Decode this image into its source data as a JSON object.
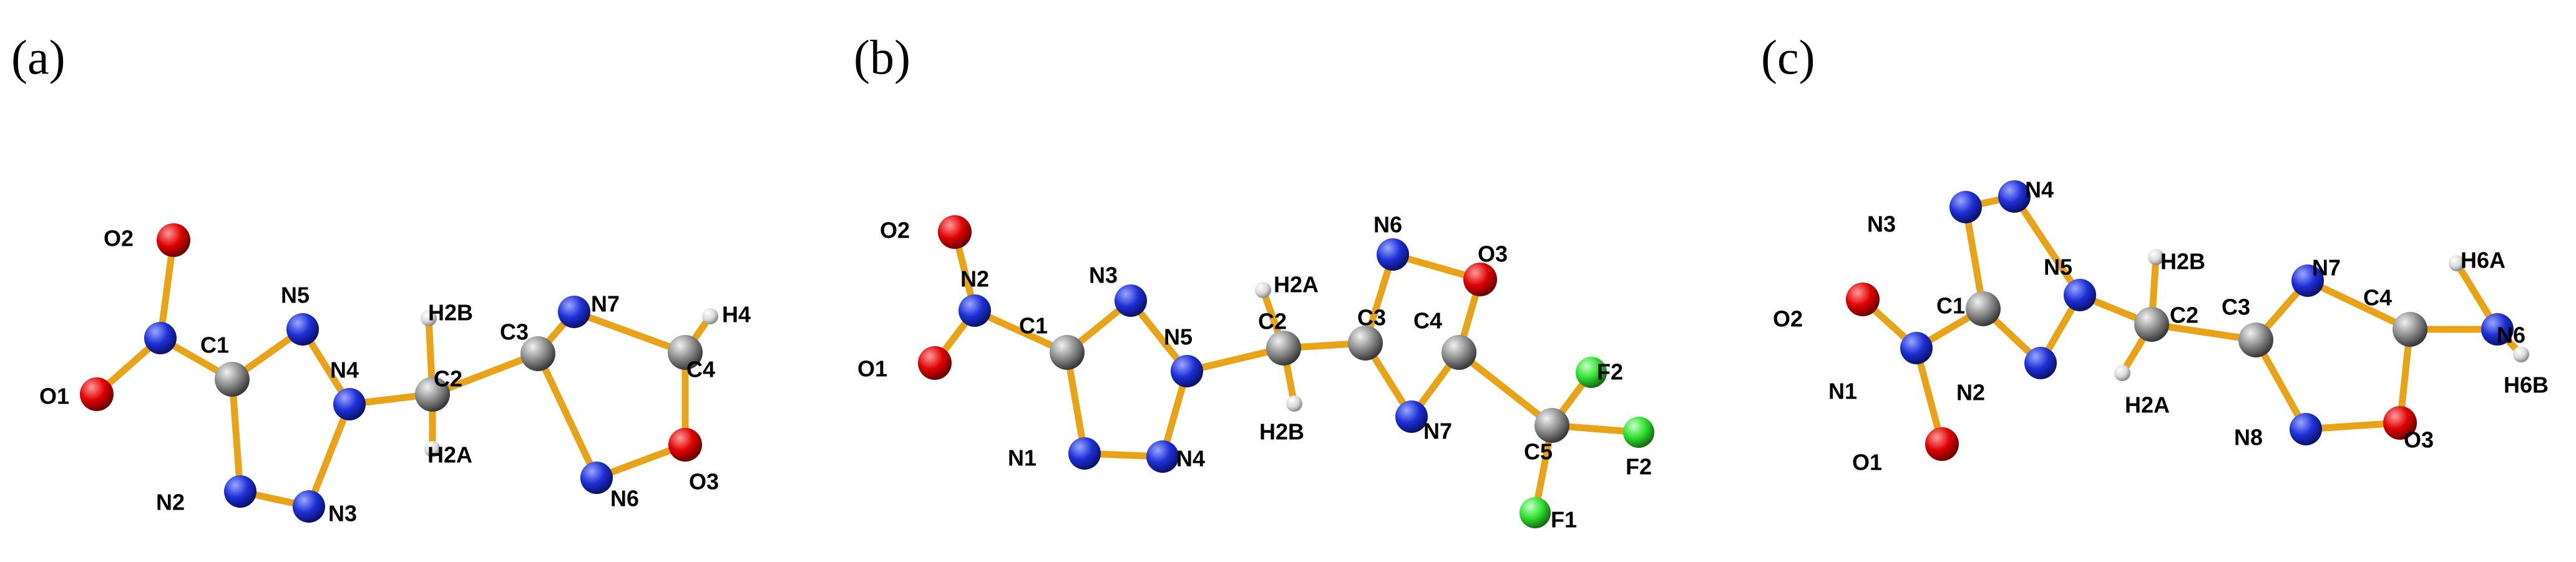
{
  "colors": {
    "bond": "#E8A317",
    "C": "#8c8c8c",
    "N": "#1e2fd6",
    "O": "#e00000",
    "H": "#d9d9d9",
    "F": "#2ee02e"
  },
  "panels": [
    {
      "id": "a",
      "label": "(a)",
      "atoms": [
        {
          "id": "O2",
          "el": "O",
          "label": "O2"
        },
        {
          "id": "N1",
          "el": "N",
          "label": ""
        },
        {
          "id": "O1",
          "el": "O",
          "label": "O1"
        },
        {
          "id": "C1",
          "el": "C",
          "label": "C1"
        },
        {
          "id": "N5",
          "el": "N",
          "label": "N5"
        },
        {
          "id": "N4",
          "el": "N",
          "label": "N4"
        },
        {
          "id": "N3",
          "el": "N",
          "label": "N3"
        },
        {
          "id": "N2",
          "el": "N",
          "label": "N2"
        },
        {
          "id": "C2",
          "el": "C",
          "label": "C2"
        },
        {
          "id": "H2B",
          "el": "H",
          "label": "H2B"
        },
        {
          "id": "H2A",
          "el": "H",
          "label": "H2A"
        },
        {
          "id": "C3",
          "el": "C",
          "label": "C3"
        },
        {
          "id": "N7",
          "el": "N",
          "label": "N7"
        },
        {
          "id": "C4",
          "el": "C",
          "label": "C4"
        },
        {
          "id": "H4",
          "el": "H",
          "label": "H4"
        },
        {
          "id": "O3",
          "el": "O",
          "label": "O3"
        },
        {
          "id": "N6",
          "el": "N",
          "label": "N6"
        }
      ],
      "bonds": [
        [
          "O2",
          "N1"
        ],
        [
          "O1",
          "N1"
        ],
        [
          "N1",
          "C1"
        ],
        [
          "C1",
          "N5"
        ],
        [
          "C1",
          "N2"
        ],
        [
          "N5",
          "N4"
        ],
        [
          "N4",
          "N3"
        ],
        [
          "N3",
          "N2"
        ],
        [
          "N4",
          "C2"
        ],
        [
          "C2",
          "H2B"
        ],
        [
          "C2",
          "H2A"
        ],
        [
          "C2",
          "C3"
        ],
        [
          "C3",
          "N7"
        ],
        [
          "C3",
          "N6"
        ],
        [
          "N7",
          "C4"
        ],
        [
          "C4",
          "H4"
        ],
        [
          "C4",
          "O3"
        ],
        [
          "O3",
          "N6"
        ]
      ]
    },
    {
      "id": "b",
      "label": "(b)",
      "atoms": [
        {
          "id": "O2",
          "el": "O",
          "label": "O2"
        },
        {
          "id": "N2",
          "el": "N",
          "label": "N2"
        },
        {
          "id": "O1",
          "el": "O",
          "label": "O1"
        },
        {
          "id": "C1",
          "el": "C",
          "label": "C1"
        },
        {
          "id": "N3",
          "el": "N",
          "label": "N3"
        },
        {
          "id": "N5",
          "el": "N",
          "label": "N5"
        },
        {
          "id": "N4",
          "el": "N",
          "label": "N4"
        },
        {
          "id": "N1",
          "el": "N",
          "label": "N1"
        },
        {
          "id": "C2",
          "el": "C",
          "label": "C2"
        },
        {
          "id": "H2A",
          "el": "H",
          "label": "H2A"
        },
        {
          "id": "H2B",
          "el": "H",
          "label": "H2B"
        },
        {
          "id": "C3",
          "el": "C",
          "label": "C3"
        },
        {
          "id": "N6",
          "el": "N",
          "label": "N6"
        },
        {
          "id": "O3",
          "el": "O",
          "label": "O3"
        },
        {
          "id": "C4",
          "el": "C",
          "label": "C4"
        },
        {
          "id": "N7",
          "el": "N",
          "label": "N7"
        },
        {
          "id": "C5",
          "el": "C",
          "label": "C5"
        },
        {
          "id": "F2a",
          "el": "F",
          "label": "F2"
        },
        {
          "id": "F2b",
          "el": "F",
          "label": "F2"
        },
        {
          "id": "F1",
          "el": "F",
          "label": "F1"
        }
      ],
      "bonds": [
        [
          "O2",
          "N2"
        ],
        [
          "O1",
          "N2"
        ],
        [
          "N2",
          "C1"
        ],
        [
          "C1",
          "N3"
        ],
        [
          "C1",
          "N1"
        ],
        [
          "N3",
          "N5"
        ],
        [
          "N5",
          "N4"
        ],
        [
          "N4",
          "N1"
        ],
        [
          "N5",
          "C2"
        ],
        [
          "C2",
          "H2A"
        ],
        [
          "C2",
          "H2B"
        ],
        [
          "C2",
          "C3"
        ],
        [
          "C3",
          "N6"
        ],
        [
          "C3",
          "N7"
        ],
        [
          "N6",
          "O3"
        ],
        [
          "O3",
          "C4"
        ],
        [
          "C4",
          "N7"
        ],
        [
          "C4",
          "C5"
        ],
        [
          "C5",
          "F2a"
        ],
        [
          "C5",
          "F2b"
        ],
        [
          "C5",
          "F1"
        ]
      ]
    },
    {
      "id": "c",
      "label": "(c)",
      "atoms": [
        {
          "id": "N3",
          "el": "N",
          "label": "N3"
        },
        {
          "id": "N4",
          "el": "N",
          "label": "N4"
        },
        {
          "id": "N5",
          "el": "N",
          "label": "N5"
        },
        {
          "id": "O2",
          "el": "O",
          "label": "O2"
        },
        {
          "id": "C1",
          "el": "C",
          "label": "C1"
        },
        {
          "id": "N1",
          "el": "N",
          "label": "N1"
        },
        {
          "id": "N2",
          "el": "N",
          "label": "N2"
        },
        {
          "id": "O1",
          "el": "O",
          "label": "O1"
        },
        {
          "id": "C2",
          "el": "C",
          "label": "C2"
        },
        {
          "id": "H2B",
          "el": "H",
          "label": "H2B"
        },
        {
          "id": "H2A",
          "el": "H",
          "label": "H2A"
        },
        {
          "id": "C3",
          "el": "C",
          "label": "C3"
        },
        {
          "id": "N7",
          "el": "N",
          "label": "N7"
        },
        {
          "id": "C4",
          "el": "C",
          "label": "C4"
        },
        {
          "id": "N8",
          "el": "N",
          "label": "N8"
        },
        {
          "id": "O3",
          "el": "O",
          "label": "O3"
        },
        {
          "id": "N6",
          "el": "N",
          "label": "N6"
        },
        {
          "id": "H6A",
          "el": "H",
          "label": "H6A"
        },
        {
          "id": "H6B",
          "el": "H",
          "label": "H6B"
        }
      ],
      "bonds": [
        [
          "O2",
          "N1"
        ],
        [
          "O1",
          "N1"
        ],
        [
          "N1",
          "C1"
        ],
        [
          "C1",
          "N3"
        ],
        [
          "C1",
          "N2"
        ],
        [
          "N3",
          "N4"
        ],
        [
          "N4",
          "N5"
        ],
        [
          "N5",
          "N2"
        ],
        [
          "N5",
          "C2"
        ],
        [
          "C2",
          "H2B"
        ],
        [
          "C2",
          "H2A"
        ],
        [
          "C2",
          "C3"
        ],
        [
          "C3",
          "N7"
        ],
        [
          "C3",
          "N8"
        ],
        [
          "N7",
          "C4"
        ],
        [
          "C4",
          "O3"
        ],
        [
          "O3",
          "N8"
        ],
        [
          "C4",
          "N6"
        ],
        [
          "N6",
          "H6A"
        ],
        [
          "N6",
          "H6B"
        ]
      ]
    }
  ]
}
